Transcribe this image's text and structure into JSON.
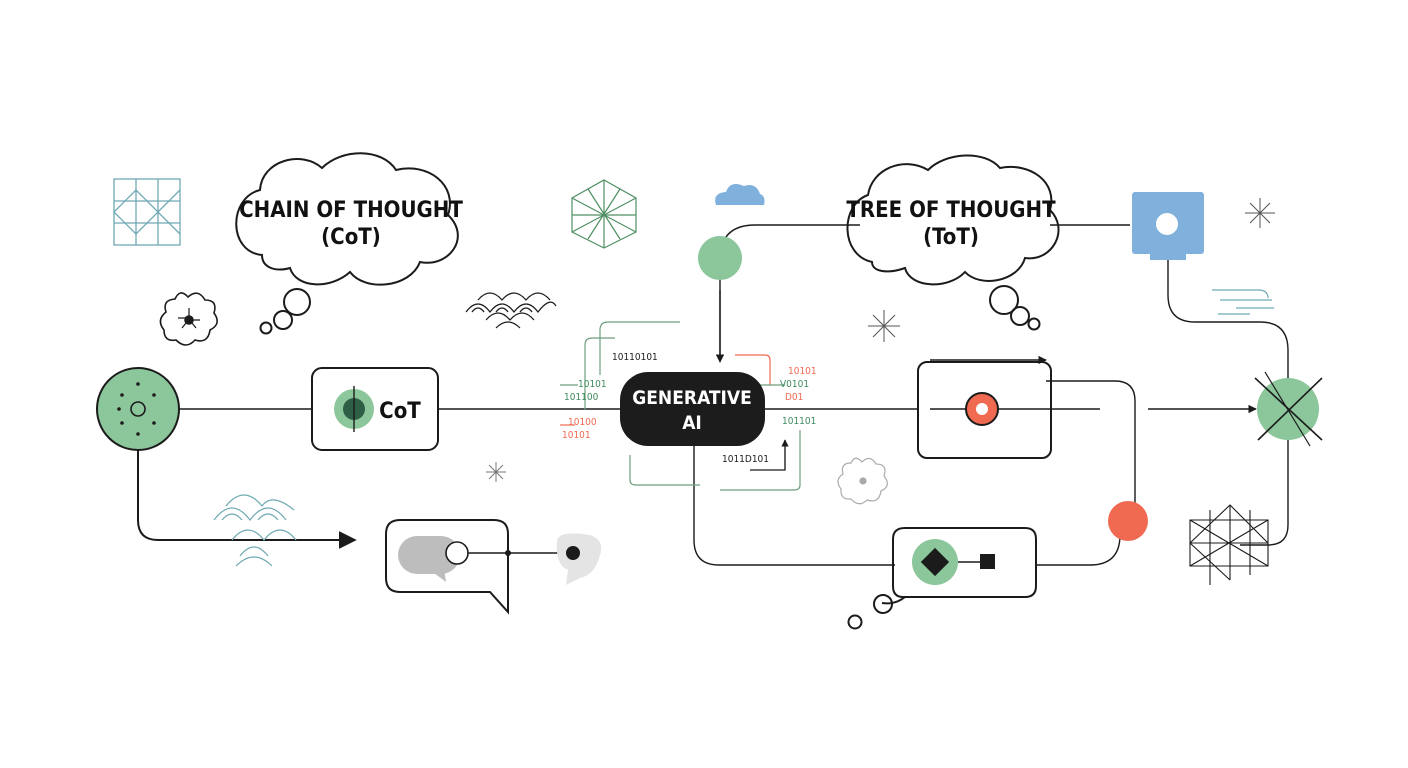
{
  "labels": {
    "cot_bubble_line1": "CHAIN OF THOUGHT",
    "cot_bubble_line2": "(CoT)",
    "tot_bubble_line1": "TREE OF THOUGHT",
    "tot_bubble_line2": "(ToT)",
    "cot_node": "CoT",
    "gen_ai_line1": "GENERATIVE",
    "gen_ai_line2": "AI"
  },
  "binary": {
    "left": [
      "10110101",
      "10101",
      "101100",
      "10100",
      "10101"
    ],
    "right": [
      "10101",
      "V0101",
      "D01",
      "101101",
      "1011D101"
    ]
  },
  "colors": {
    "green": "#8cc69b",
    "dark_green": "#2f5e46",
    "red": "#ef6a51",
    "blue": "#7fb1dc",
    "teal": "#6fa9b3",
    "ink": "#1b1b1b",
    "gray": "#bdbdbd"
  }
}
